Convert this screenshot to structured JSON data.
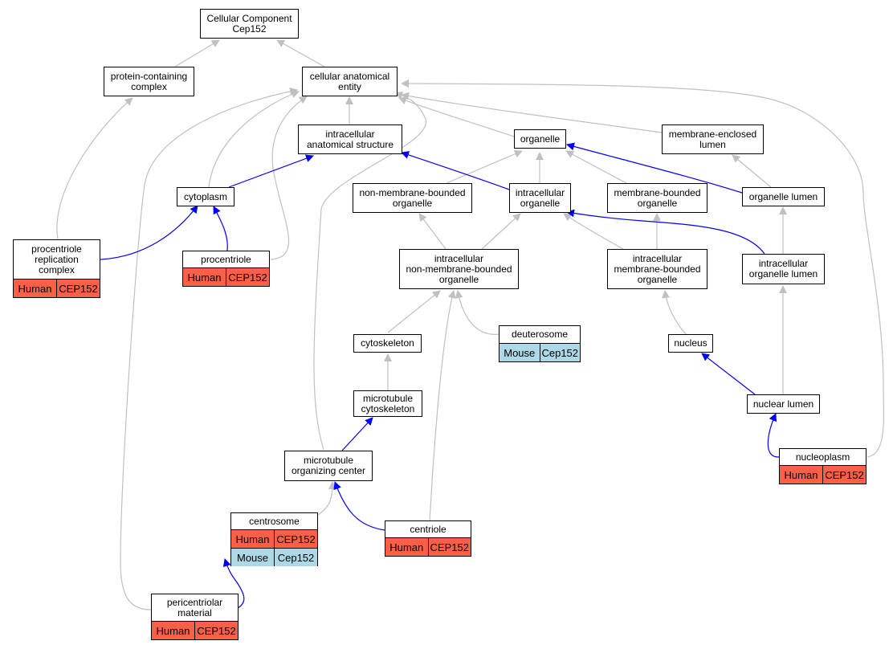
{
  "colors": {
    "relation_edge": "#0000ff",
    "is_a_edge": "#c0c0c0",
    "human": "#fa6047",
    "mouse": "#add8e6"
  },
  "nodes": {
    "root": {
      "label": "Cellular Component\nCep152"
    },
    "pcc": {
      "label": "protein-containing\ncomplex"
    },
    "cae": {
      "label": "cellular anatomical\nentity"
    },
    "ias": {
      "label": "intracellular\nanatomical structure"
    },
    "organelle": {
      "label": "organelle"
    },
    "mel": {
      "label": "membrane-enclosed\nlumen"
    },
    "cytoplasm": {
      "label": "cytoplasm"
    },
    "nmbo": {
      "label": "non-membrane-bounded\norganelle"
    },
    "io": {
      "label": "intracellular\norganelle"
    },
    "mbo": {
      "label": "membrane-bounded\norganelle"
    },
    "ol": {
      "label": "organelle lumen"
    },
    "prc": {
      "label": "procentriole\nreplication\ncomplex",
      "rows": [
        [
          "Human",
          "CEP152"
        ]
      ]
    },
    "procentriole": {
      "label": "procentriole",
      "rows": [
        [
          "Human",
          "CEP152"
        ]
      ]
    },
    "inmbo": {
      "label": "intracellular\nnon-membrane-bounded\norganelle"
    },
    "imbo": {
      "label": "intracellular\nmembrane-bounded\norganelle"
    },
    "iol": {
      "label": "intracellular\norganelle lumen"
    },
    "cytoskeleton": {
      "label": "cytoskeleton"
    },
    "deuterosome": {
      "label": "deuterosome",
      "rows": [
        [
          "Mouse",
          "Cep152"
        ]
      ]
    },
    "nucleus": {
      "label": "nucleus"
    },
    "mtcyto": {
      "label": "microtubule\ncytoskeleton"
    },
    "nuclum": {
      "label": "nuclear lumen"
    },
    "mtoc": {
      "label": "microtubule\norganizing center"
    },
    "nucleoplasm": {
      "label": "nucleoplasm",
      "rows": [
        [
          "Human",
          "CEP152"
        ]
      ]
    },
    "centrosome": {
      "label": "centrosome",
      "rows": [
        [
          "Human",
          "CEP152"
        ],
        [
          "Mouse",
          "Cep152"
        ]
      ]
    },
    "centriole": {
      "label": "centriole",
      "rows": [
        [
          "Human",
          "CEP152"
        ]
      ]
    },
    "pcm": {
      "label": "pericentriolar\nmaterial",
      "rows": [
        [
          "Human",
          "CEP152"
        ]
      ]
    }
  }
}
